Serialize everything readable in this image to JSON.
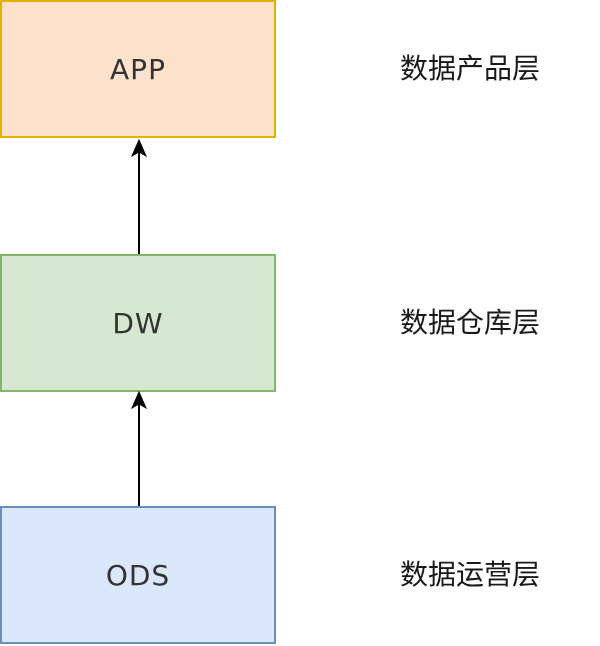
{
  "layers": [
    {
      "id": "app",
      "box_label": "APP",
      "layer_label": "数据产品层",
      "fill": "#fde3cd",
      "border": "#e3b100"
    },
    {
      "id": "dw",
      "box_label": "DW",
      "layer_label": "数据仓库层",
      "fill": "#d6e8d1",
      "border": "#86b569"
    },
    {
      "id": "ods",
      "box_label": "ODS",
      "layer_label": "数据运营层",
      "fill": "#dbe7fa",
      "border": "#6c8ebf"
    }
  ],
  "arrow_color": "#000000"
}
